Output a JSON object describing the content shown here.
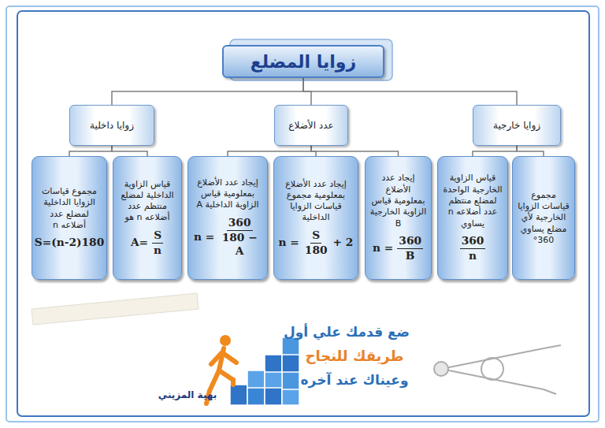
{
  "diagram": {
    "nodes": [
      {
        "text": [
          "زوايا المضلع"
        ]
      },
      {
        "text": [
          "زوايا خارجية"
        ]
      },
      {
        "text": [
          "عدد الأضلاع"
        ]
      },
      {
        "text": [
          "زوايا داخلية"
        ]
      },
      {
        "text": [
          "مجموع قياسات الزوايا الخارجية لأي مضلع يساوي 360°"
        ]
      },
      {
        "text": [
          "قياس الزاوية الخارجية الواحدة لمضلع منتظم عدد أضلاعه n يساوي",
          "360",
          "n"
        ]
      },
      {
        "text": [
          "إيجاد عدد الأضلاع بمعلومية قياس الزاوية الخارجية B",
          "n =",
          "360",
          "B"
        ]
      },
      {
        "text": [
          "إيجاد عدد الأضلاع بمعلومية مجموع قياسات الزوايا الداخلية",
          "n =",
          "S",
          "180",
          "+ 2"
        ]
      },
      {
        "text": [
          "إيجاد عدد الأضلاع بمعلومية قياس الزاوية الداخلية A",
          "n =",
          "360",
          "180 − A"
        ]
      },
      {
        "text": [
          "قياس الزاوية الداخلية لمضلع منتظم عدد أضلاعه n هو",
          "A=",
          "S",
          "n"
        ]
      },
      {
        "text": [
          "مجموع قياسات الزوايا الداخلية لمضلع عدد أضلاعه n",
          "S=(n-2)180"
        ]
      }
    ],
    "edges": [
      {
        "from": 0,
        "to": 1,
        "arrow": "none"
      },
      {
        "from": 0,
        "to": 2,
        "arrow": "none"
      },
      {
        "from": 0,
        "to": 3,
        "arrow": "none"
      },
      {
        "from": 1,
        "to": 4,
        "arrow": "none"
      },
      {
        "from": 1,
        "to": 5,
        "arrow": "none"
      },
      {
        "from": 2,
        "to": 6,
        "arrow": "none"
      },
      {
        "from": 2,
        "to": 7,
        "arrow": "none"
      },
      {
        "from": 2,
        "to": 8,
        "arrow": "none"
      },
      {
        "from": 3,
        "to": 9,
        "arrow": "none"
      },
      {
        "from": 3,
        "to": 10,
        "arrow": "none"
      }
    ],
    "labels": [
      "ضع قدمك علي أول",
      "طريقك للنجاح",
      "وعيناك عند آخره",
      "بهية المزيني"
    ]
  }
}
